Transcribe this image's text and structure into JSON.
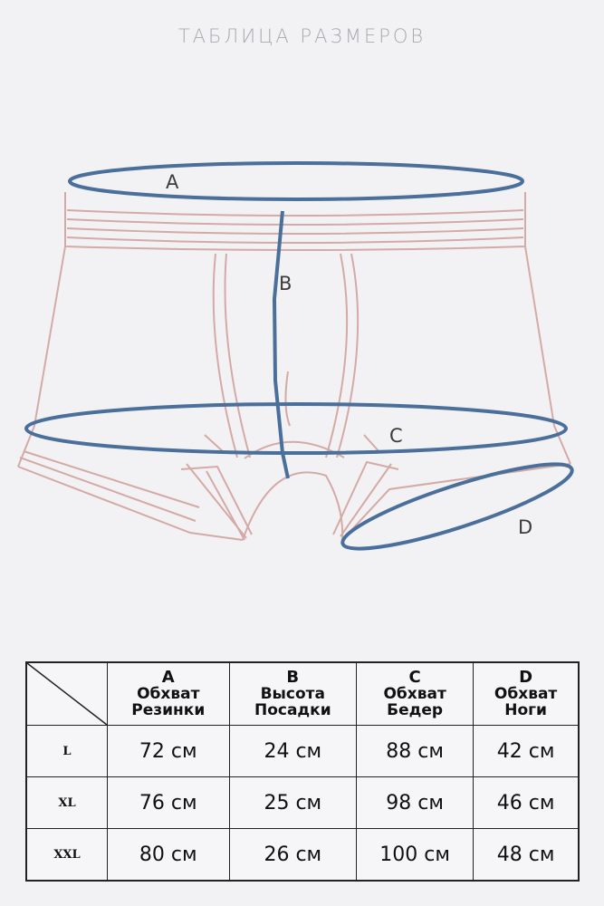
{
  "title": "ТАБЛИЦА РАЗМЕРОВ",
  "diagram": {
    "labels": {
      "a": "A",
      "b": "B",
      "c": "C",
      "d": "D"
    },
    "colors": {
      "outline": "#d4aaa6",
      "measure": "#4a6f9a"
    }
  },
  "table": {
    "headers": [
      {
        "letter": "A",
        "line1": "Обхват",
        "line2": "Резинки"
      },
      {
        "letter": "B",
        "line1": "Высота",
        "line2": "Посадки"
      },
      {
        "letter": "C",
        "line1": "Обхват",
        "line2": "Бедер"
      },
      {
        "letter": "D",
        "line1": "Обхват",
        "line2": "Ноги"
      }
    ],
    "rows": [
      {
        "size": "L",
        "values": [
          "72 см",
          "24 см",
          "88 см",
          "42 см"
        ]
      },
      {
        "size": "XL",
        "values": [
          "76 см",
          "25 см",
          "98 см",
          "46 см"
        ]
      },
      {
        "size": "XXL",
        "values": [
          "80 см",
          "26 см",
          "100 см",
          "48 см"
        ]
      }
    ]
  }
}
